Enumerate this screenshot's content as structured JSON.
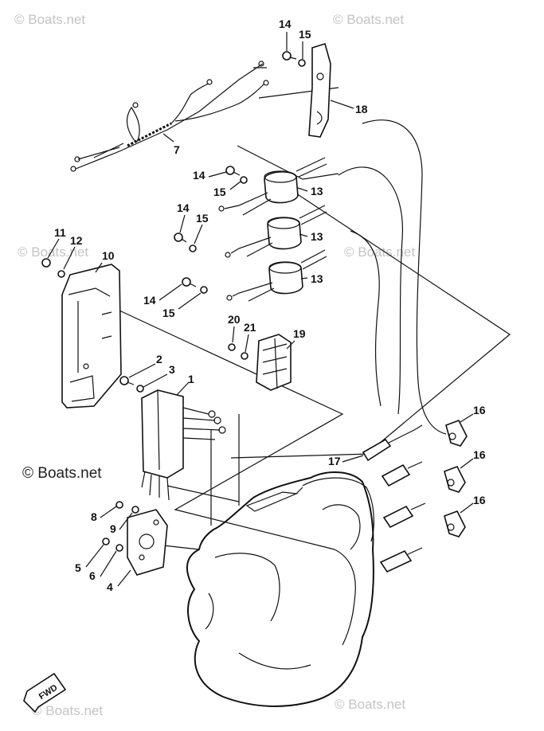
{
  "watermarks": [
    {
      "text": "© Boats.net",
      "style": "faint"
    },
    {
      "text": "© Boats.net",
      "style": "faint"
    },
    {
      "text": "© Boats.net",
      "style": "faint"
    },
    {
      "text": "© Boats.net",
      "style": "faint"
    },
    {
      "text": "© Boats.net",
      "style": "strong"
    },
    {
      "text": "© Boats.net",
      "style": "faint"
    },
    {
      "text": "© Boats.net",
      "style": "faint"
    }
  ],
  "direction_marker": {
    "label": "FWD",
    "icon": "forward-arrow-icon"
  },
  "part_callouts": [
    "14",
    "15",
    "18",
    "7",
    "14",
    "15",
    "13",
    "14",
    "15",
    "13",
    "11",
    "12",
    "10",
    "13",
    "14",
    "15",
    "20",
    "21",
    "19",
    "2",
    "3",
    "1",
    "16",
    "17",
    "16",
    "8",
    "9",
    "16",
    "5",
    "6",
    "4"
  ],
  "colors": {
    "line": "#111111",
    "watermark": "#c4c4c4",
    "background": "#ffffff"
  }
}
